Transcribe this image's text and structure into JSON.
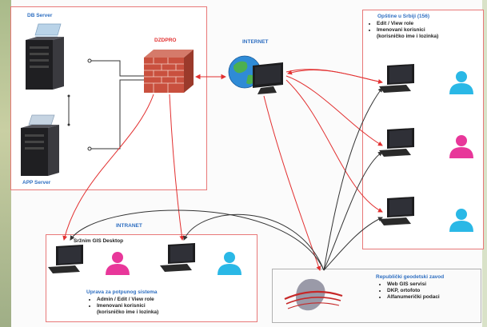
{
  "labels": {
    "db_server": "DB Server",
    "app_server": "APP Server",
    "firewall": "DZDPRO",
    "internet": "INTERNET",
    "intranet": "INTRANET",
    "users_title": "Opštine u Srbiji (156)",
    "desktop_title": "Sržnim GIS Desktop",
    "employees_title": "Uprava za potpunog sistema",
    "geodetic_title": "Republički geodetski zavod"
  },
  "users_items": [
    "Edit / View role",
    "Imenovani korisnici",
    "(korisničko ime i lozinka)"
  ],
  "employees_items": [
    "Admin / Edit / View role",
    "Imenovani korisnici",
    "(korisničko ime i lozinka)"
  ],
  "geodetic_items": [
    "Web GIS servisi",
    "DKP, ortofoto",
    "Alfanumerički podaci"
  ],
  "colors": {
    "panel_border": "#e87878",
    "label_blue": "#2f6fc1",
    "user_blue": "#2ab8e6",
    "user_pink": "#e8379a",
    "arrow_red": "#e23030",
    "arrow_dark": "#333333"
  },
  "icons": [
    "server-icon",
    "firewall-icon",
    "globe-computer-icon",
    "computer-icon",
    "user-icon",
    "rgz-logo-icon"
  ]
}
